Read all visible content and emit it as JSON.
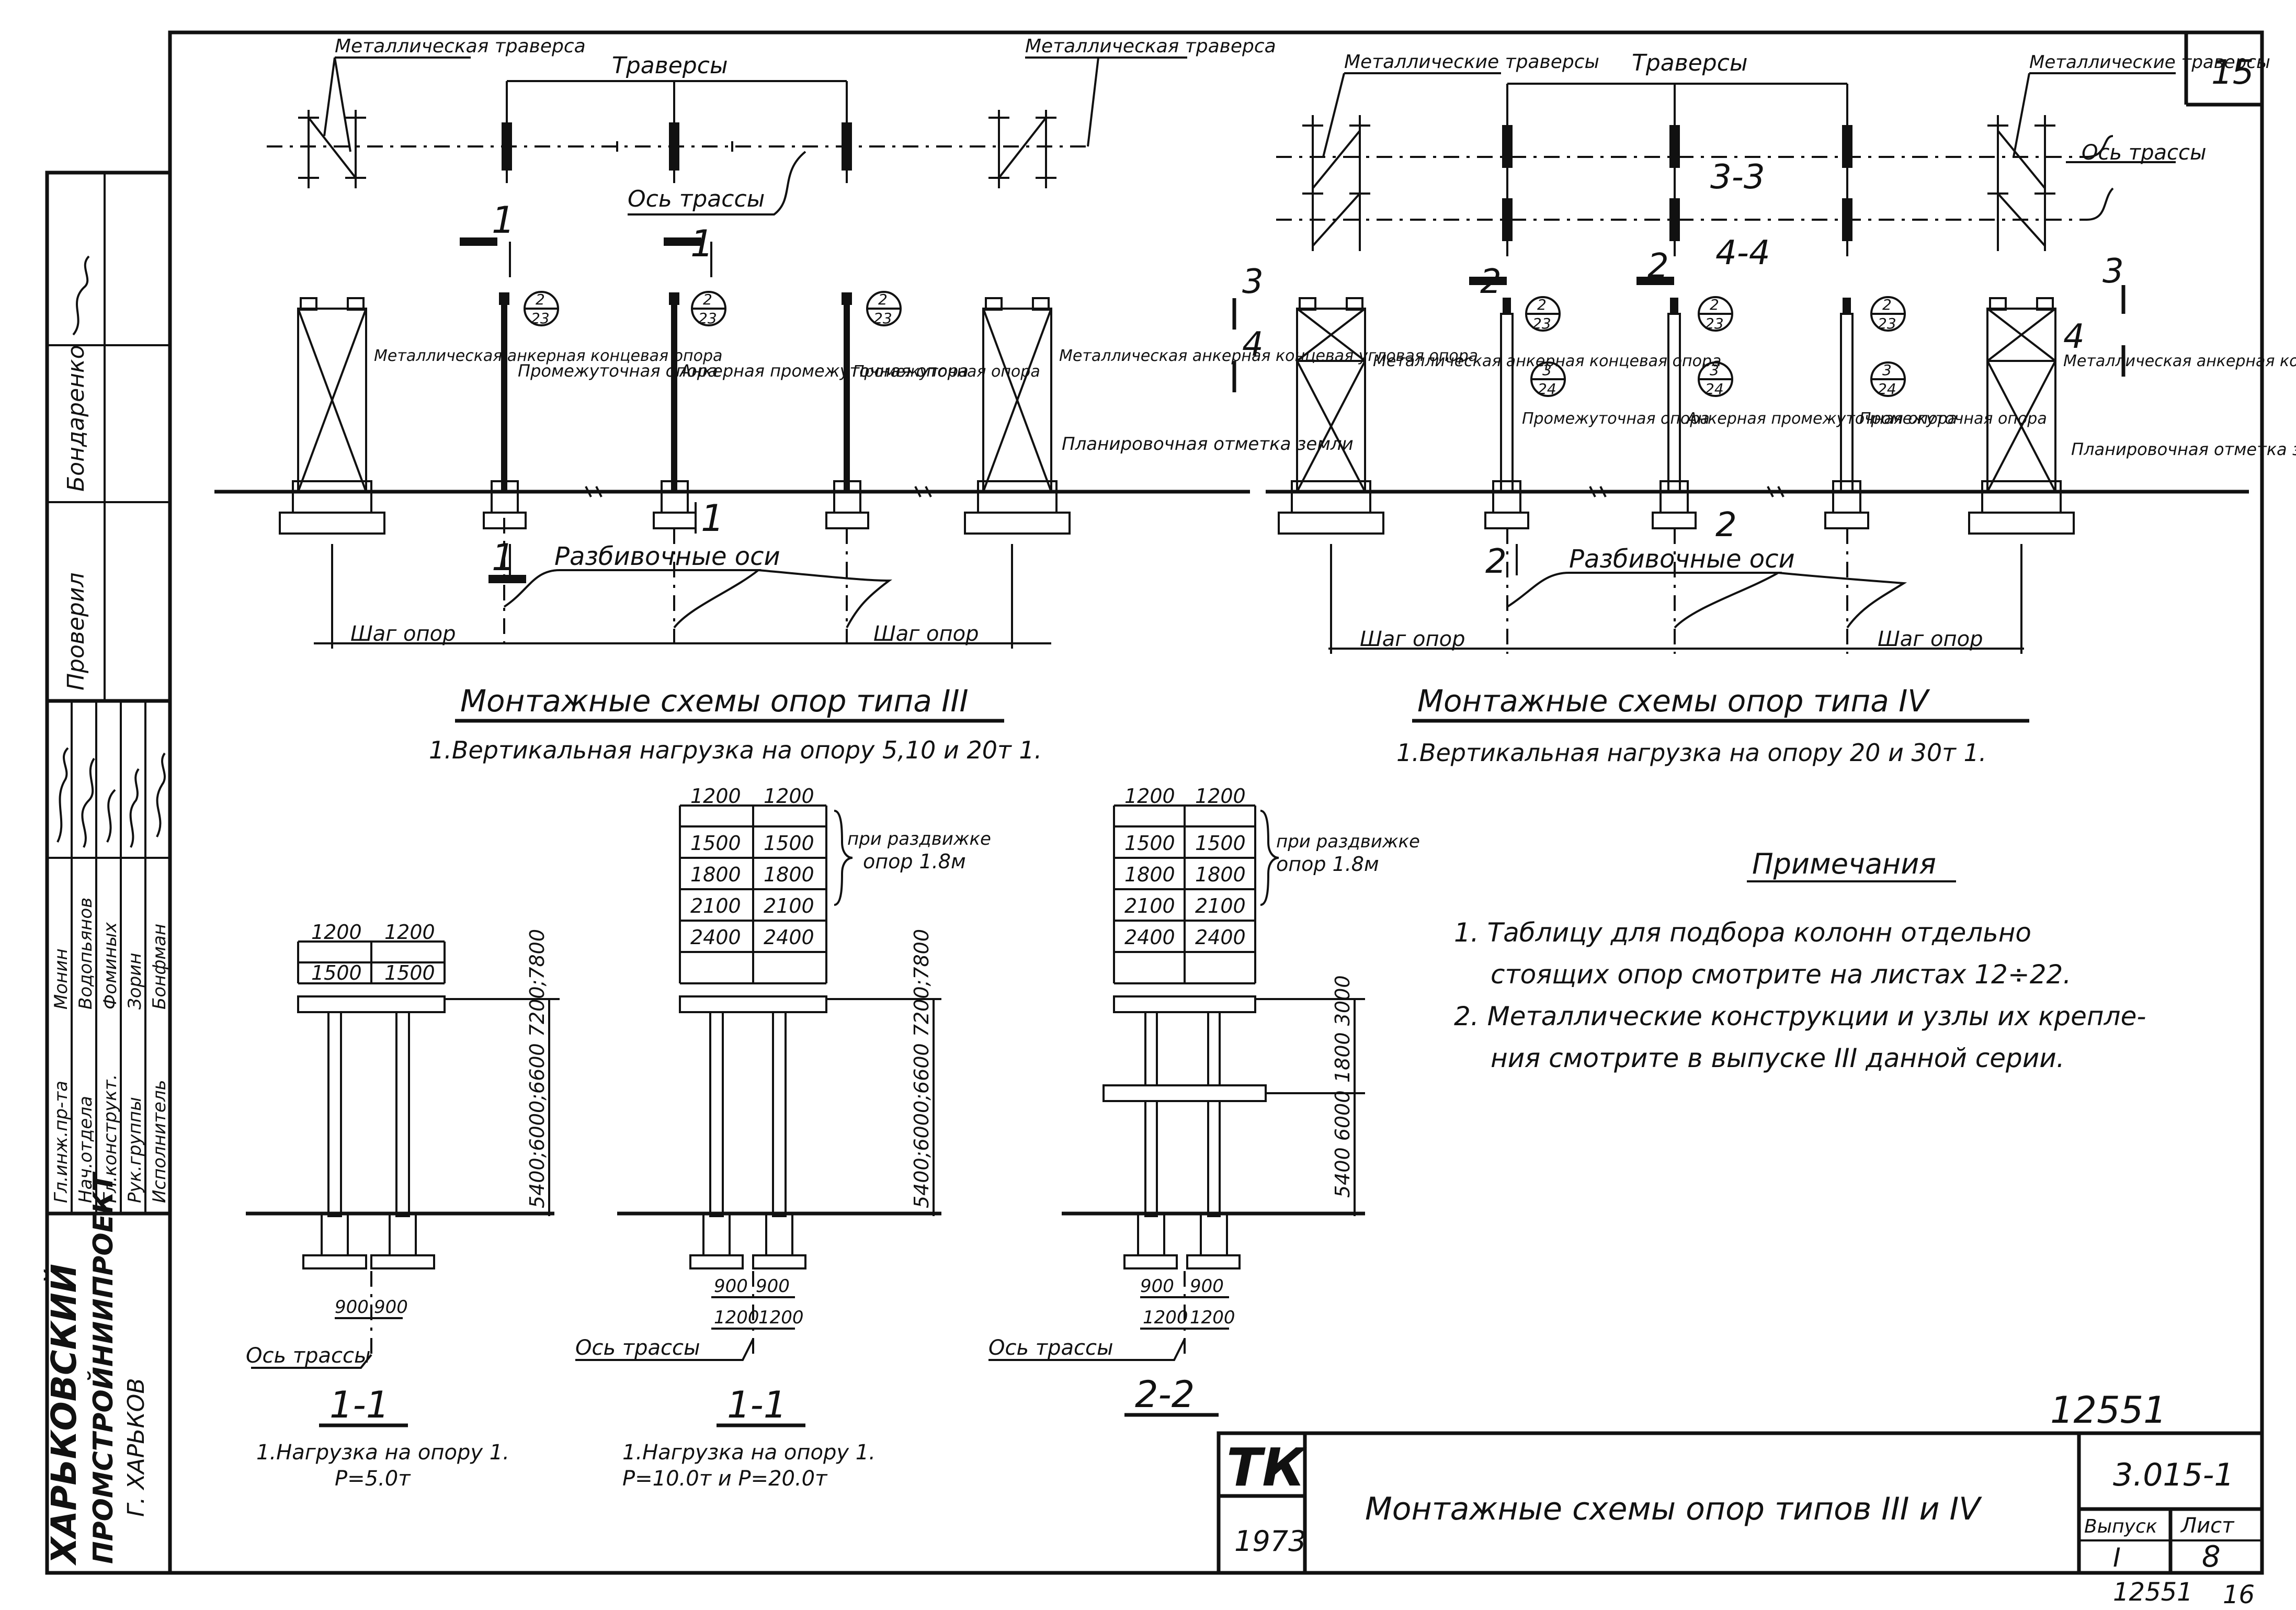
{
  "sheet": {
    "sheet_number_corner": "15",
    "page_number_bottom": "16",
    "archive_number": "12551",
    "archive_number_bottom": "12551"
  },
  "title_block": {
    "logo": "ТК",
    "year": "1973",
    "drawing_title": "Монтажные схемы опор типов III и IV",
    "series": "3.015-1",
    "issue_label": "Выпуск",
    "issue_value": "I",
    "sheet_label": "Лист",
    "sheet_value": "8"
  },
  "organization": {
    "name_line1": "ХАРЬКОВСКИЙ",
    "name_line2": "ПРОМСТРОЙНИИПРОЕКТ",
    "city": "Г. ХАРЬКОВ"
  },
  "signatures": {
    "positions": [
      "Гл.инж.пр-та",
      "Нач.отдела",
      "Гл.конструкт.",
      "Рук.группы",
      "Исполнитель"
    ],
    "names": [
      "Монин",
      "Водопьянов",
      "Фоминых",
      "Зорин",
      "Бонфман"
    ],
    "checked_label": "Проверил",
    "checked_name": "Бондаренко"
  },
  "type3": {
    "title": "Монтажные схемы опор типа III",
    "subtitle": "1.Вертикальная нагрузка на опору 5,10 и 20т 1.",
    "plan_labels": {
      "metal_traverse_left": "Металлическая траверса",
      "traverses": "Траверсы",
      "metal_traverse_right": "Металлическая траверса",
      "route_axis": "Ось трассы"
    },
    "elevation_labels": {
      "end_support": "Металлическая анкерная концевая опора",
      "intermediate_1": "Промежуточная опора",
      "anchor_intermediate": "Анкерная промежуточная опора",
      "intermediate_2": "Промежуточная опора",
      "corner_support": "Металлическая анкерная концевая угловая опора",
      "ground_mark": "Планировочная отметка земли",
      "layout_axes": "Разбивочные оси",
      "span_left": "Шаг опор",
      "span_right": "Шаг опор"
    },
    "callout": {
      "top": "2",
      "bottom": "23"
    },
    "section_marks": [
      "1",
      "1",
      "1",
      "1"
    ]
  },
  "type4": {
    "title": "Монтажные схемы опор типа IV",
    "subtitle": "1.Вертикальная нагрузка на опору 20 и 30т 1.",
    "plan_labels": {
      "metal_traverses_left": "Металлические траверсы",
      "traverses": "Траверсы",
      "metal_traverses_right": "Металлические траверсы",
      "route_axis": "Ось трассы",
      "section_33": "3-3",
      "section_44": "4-4"
    },
    "elevation_labels": {
      "end_support": "Металлическая анкерная концевая опора",
      "intermediate_1": "Промежуточная опора",
      "anchor_intermediate": "Анкерная промежуточная опора",
      "intermediate_2": "Промежуточная опора",
      "corner_support": "Металлическая анкерная концевая угловая опора",
      "ground_mark": "Планировочная отметка земли",
      "layout_axes": "Разбивочные оси",
      "span_left": "Шаг опор",
      "span_right": "Шаг опор"
    },
    "callout_a": {
      "top": "2",
      "bottom": "23"
    },
    "callout_b": {
      "top": "3",
      "bottom": "24"
    },
    "section_marks": [
      "3",
      "4",
      "2",
      "2",
      "2",
      "2",
      "3",
      "4"
    ]
  },
  "sections": {
    "s11a": {
      "title": "1-1",
      "load": "1.Нагрузка на опору 1.",
      "load2": "P=5.0т",
      "dims_top": [
        [
          "1200",
          "1200"
        ],
        [
          "1500",
          "1500"
        ]
      ],
      "height_dim": "5400;6000;6600 7200;7800",
      "base_dims": [
        "900",
        "900"
      ],
      "axis_label": "Ось трассы"
    },
    "s11b": {
      "title": "1-1",
      "load": "1.Нагрузка на опору 1.",
      "load2": "P=10.0т и P=20.0т",
      "dims_top": [
        [
          "1200",
          "1200"
        ],
        [
          "1500",
          "1500"
        ],
        [
          "1800",
          "1800"
        ],
        [
          "2100",
          "2100"
        ],
        [
          "2400",
          "2400"
        ]
      ],
      "spread_note_1": "при раздвижке",
      "spread_note_2": "опор 1.8м",
      "height_dim": "5400;6000;6600 7200;7800",
      "base_dims": [
        "900",
        "900"
      ],
      "base_dims2": [
        "1200",
        "1200"
      ],
      "axis_label": "Ось трассы"
    },
    "s22": {
      "title": "2-2",
      "dims_top": [
        [
          "1200",
          "1200"
        ],
        [
          "1500",
          "1500"
        ],
        [
          "1800",
          "1800"
        ],
        [
          "2100",
          "2100"
        ],
        [
          "2400",
          "2400"
        ]
      ],
      "spread_note_1": "при раздвижке",
      "spread_note_2": "опор 1.8м",
      "upper_dim": "1800 3000",
      "lower_dim": "5400 6000",
      "base_dims": [
        "900",
        "900"
      ],
      "base_dims2": [
        "1200",
        "1200"
      ],
      "axis_label": "Ось трассы"
    }
  },
  "notes": {
    "heading": "Примечания",
    "items": [
      "1. Таблицу для подбора колонн отдельно",
      "стоящих опор смотрите на листах 12÷22.",
      "2. Металлические конструкции и узлы их крепле-",
      "ния смотрите в выпуске III данной серии."
    ]
  }
}
